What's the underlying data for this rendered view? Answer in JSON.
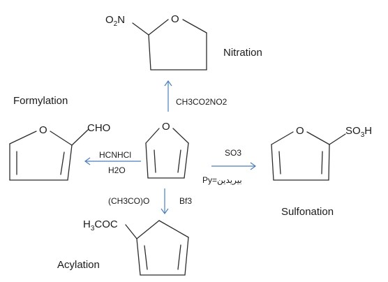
{
  "reactions": {
    "nitration": {
      "title": "Nitration",
      "reagent": "CH3CO2NO2",
      "product": {
        "group_main": "O",
        "group_sub": "2",
        "group_tail": "N",
        "ring_o": "O"
      }
    },
    "formylation": {
      "title": "Formylation",
      "reagent_top": "HCNHCl",
      "reagent_bottom": "H2O",
      "product": {
        "group": "CHO",
        "ring_o": "O"
      }
    },
    "sulfonation": {
      "title": "Sulfonation",
      "reagent_top": "SO3",
      "reagent_bottom": "Py=بيريدين",
      "product": {
        "group_main": "SO",
        "group_sub": "3",
        "group_tail": "H",
        "ring_o": "O"
      }
    },
    "acylation": {
      "title": "Acylation",
      "reagent_left": "(CH3CO)O",
      "reagent_right": "Bf3",
      "product": {
        "group_main": "H",
        "group_sub": "3",
        "group_tail": "COC"
      }
    }
  },
  "furan": {
    "ring_o": "O"
  }
}
